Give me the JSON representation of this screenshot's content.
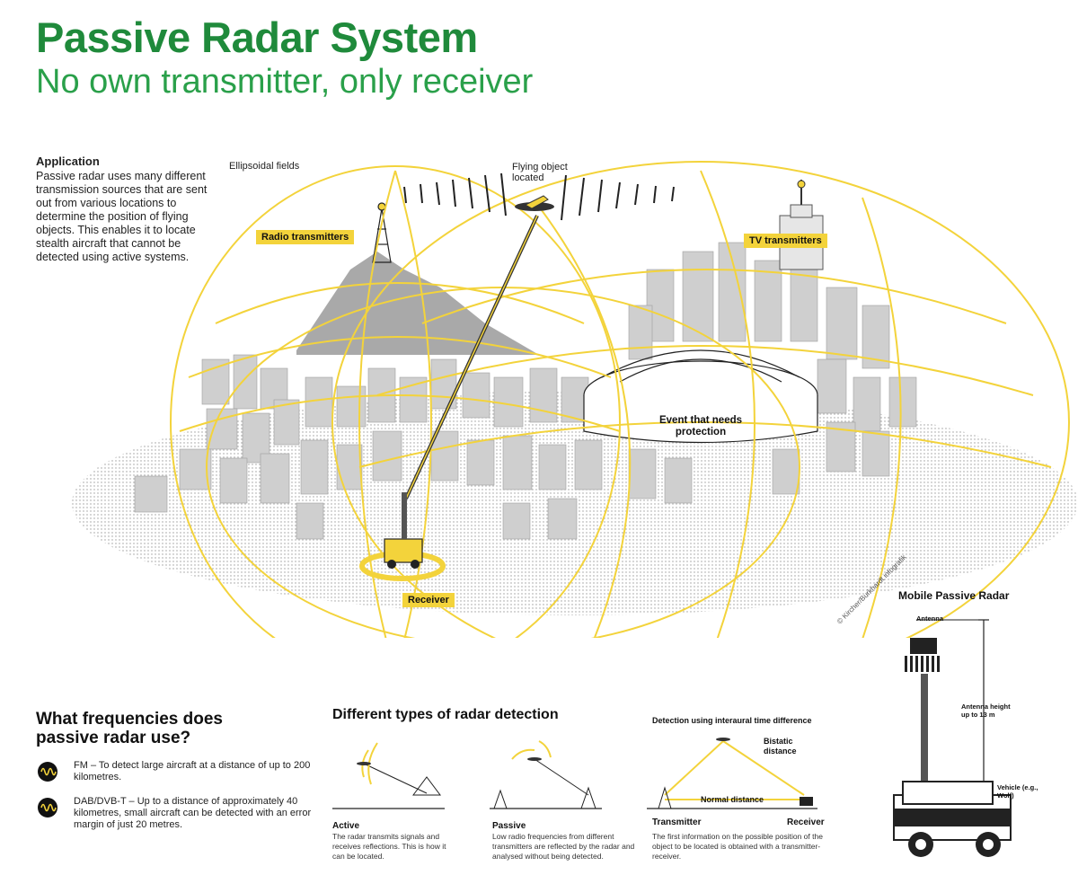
{
  "header": {
    "title": "Passive Radar System",
    "subtitle": "No own transmitter, only receiver"
  },
  "application": {
    "heading": "Application",
    "text": "Passive radar uses many different transmission sources that are sent out from various locations to determine the position of flying objects. This enables it to locate stealth aircraft that cannot be detected using active systems."
  },
  "scene": {
    "ellipsoidal_fields": "Ellipsoidal fields",
    "flying_object": "Flying object located",
    "radio_transmitters": "Radio transmitters",
    "tv_transmitters": "TV transmitters",
    "event": "Event that needs protection",
    "receiver": "Receiver",
    "copyright": "© Kircher/Burkhardt infografik"
  },
  "frequencies": {
    "heading": "What frequencies does passive radar use?",
    "items": [
      {
        "icon": "waveform-icon",
        "text": "FM – To detect large aircraft at a distance of up to 200 kilometres."
      },
      {
        "icon": "waveform-icon",
        "text": "DAB/DVB-T – Up to a distance of approximately 40 kilometres, small aircraft can be detected with an error margin of just 20 metres."
      }
    ]
  },
  "detection_types": {
    "heading": "Different types of radar detection",
    "active": {
      "title": "Active",
      "text": "The radar transmits signals and receives reflections. This is how it can be located."
    },
    "passive": {
      "title": "Passive",
      "text": "Low radio frequencies from different transmitters are reflected by the radar and analysed without being detected."
    },
    "interaural": {
      "heading": "Detection using interaural time difference",
      "bistatic": "Bistatic distance",
      "normal": "Normal distance",
      "transmitter": "Transmitter",
      "receiver": "Receiver",
      "text": "The first information on the possible position of the object to be located is obtained with a transmitter-receiver."
    }
  },
  "mobile": {
    "heading": "Mobile Passive Radar",
    "antenna": "Antenna",
    "antenna_height": "Antenna height up to 13 m",
    "vehicle": "Vehicle (e.g., Wolf)"
  },
  "colors": {
    "title_green": "#1f8a3b",
    "subtitle_green": "#2aa04a",
    "field_yellow": "#f3d33b",
    "building_gray": "#c9c9c9"
  }
}
